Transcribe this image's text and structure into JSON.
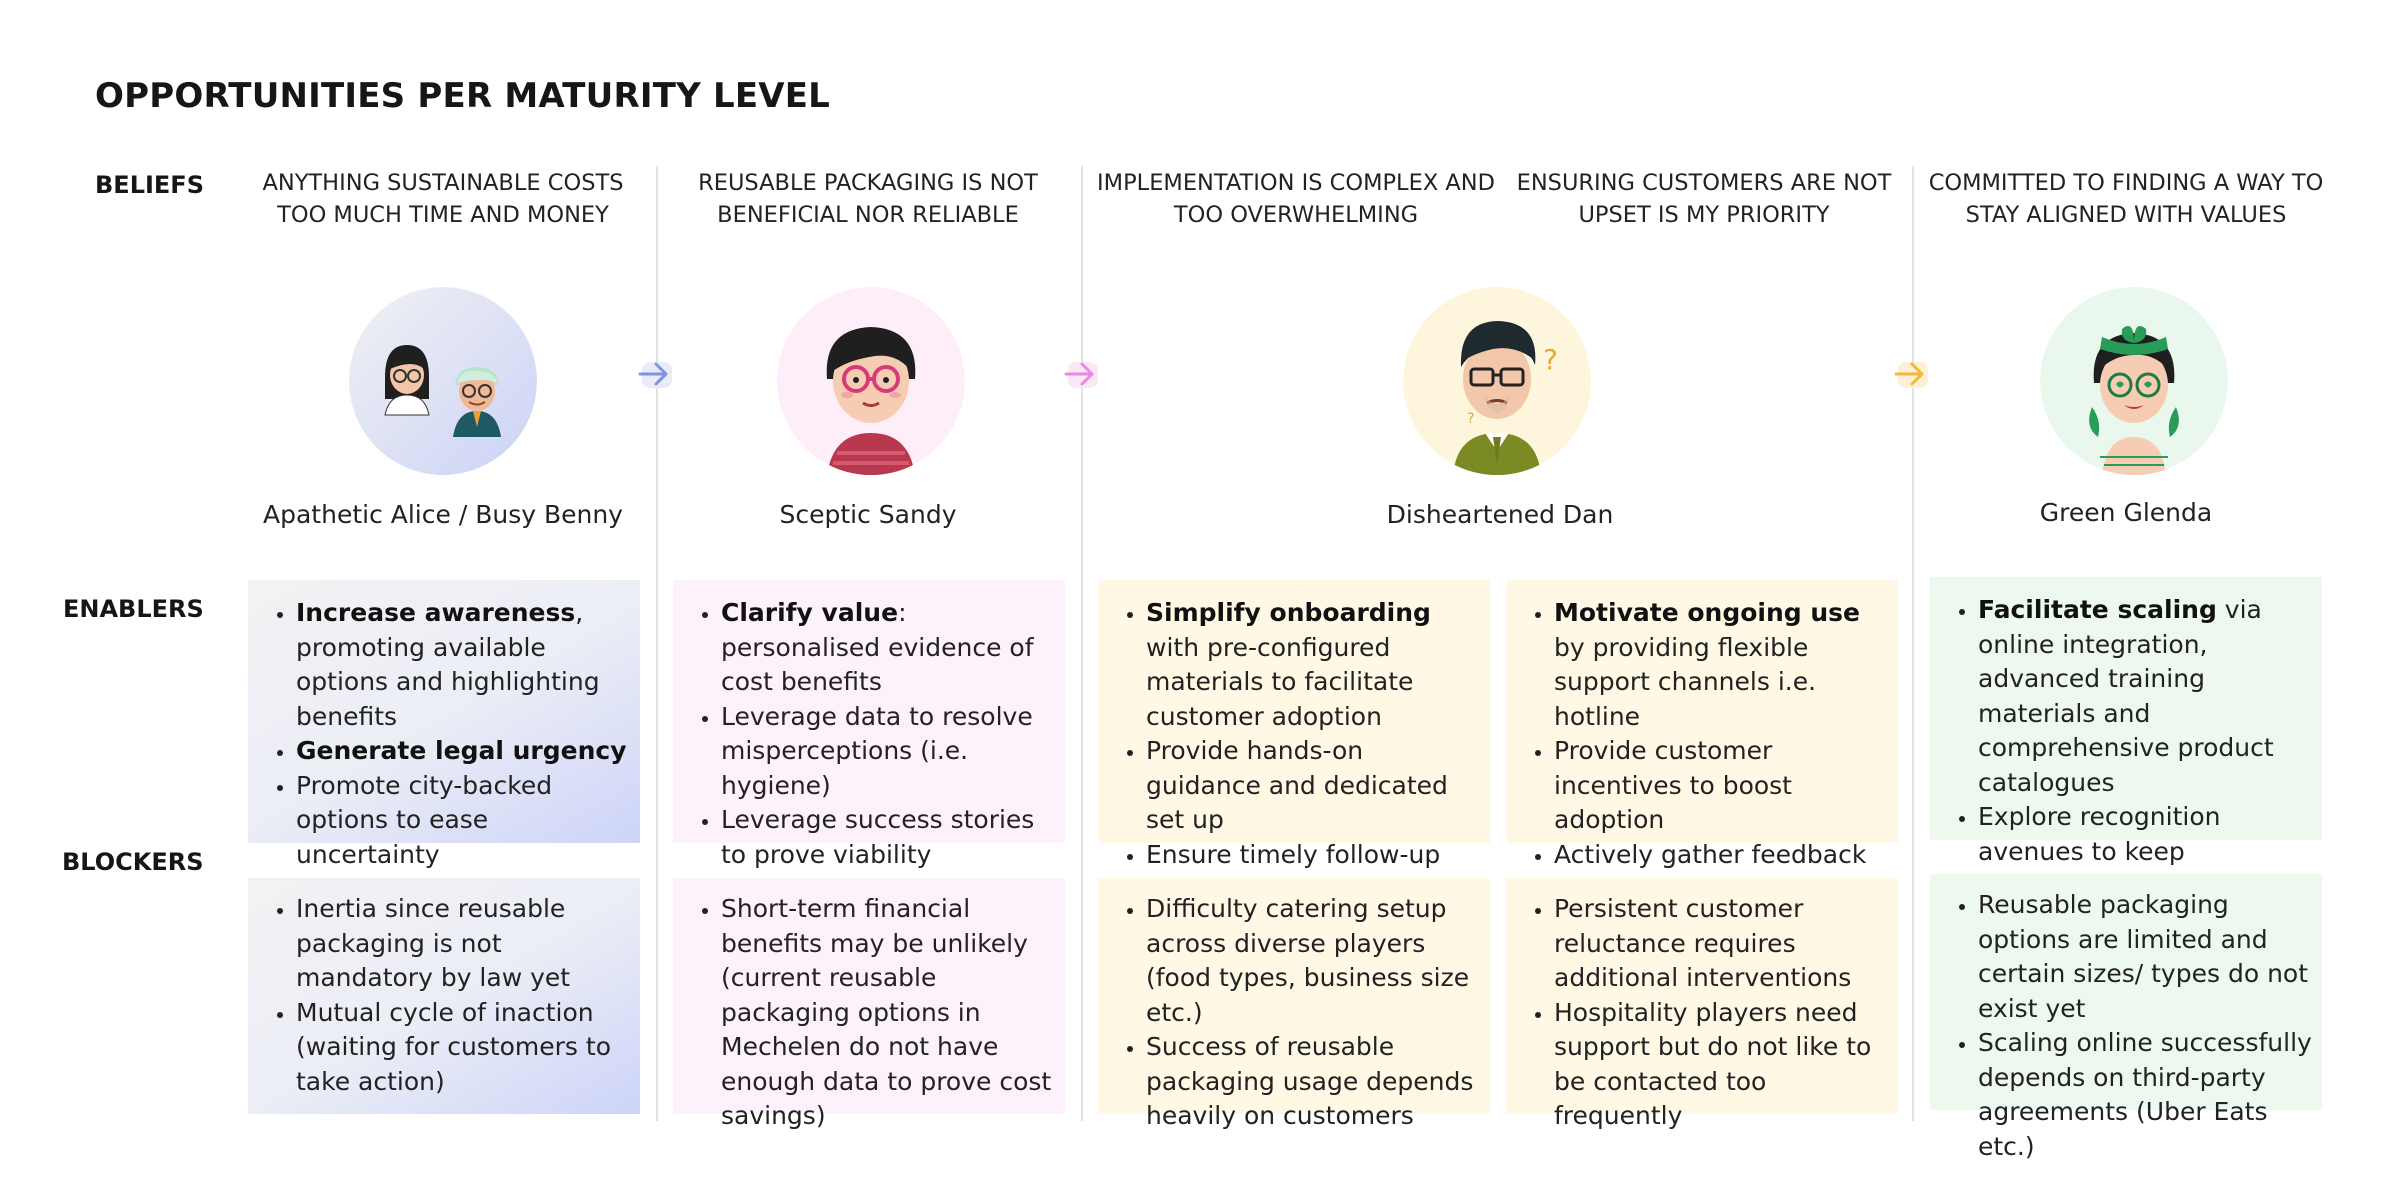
{
  "title": "OPPORTUNITIES PER MATURITY LEVEL",
  "row_labels": {
    "beliefs": "BELIEFS",
    "enablers": "ENABLERS",
    "blockers": "BLOCKERS"
  },
  "beliefs": [
    {
      "line1": "ANYTHING SUSTAINABLE COSTS",
      "line2": "TOO MUCH TIME AND MONEY"
    },
    {
      "line1": "REUSABLE PACKAGING IS NOT",
      "line2": "BENEFICIAL NOR RELIABLE"
    },
    {
      "line1": "IMPLEMENTATION IS COMPLEX AND",
      "line2": "TOO OVERWHELMING"
    },
    {
      "line1": "ENSURING CUSTOMERS ARE NOT",
      "line2": "UPSET IS MY PRIORITY"
    },
    {
      "line1": "COMMITTED TO FINDING A WAY TO",
      "line2": "STAY ALIGNED WITH VALUES"
    }
  ],
  "personas": [
    {
      "name": "Apathetic Alice / Busy Benny",
      "bg": "#e6e9f6"
    },
    {
      "name": "Sceptic Sandy",
      "bg": "#fdeefa"
    },
    {
      "name": "Disheartened Dan",
      "bg": "#fdf6dc"
    },
    {
      "name": "Green Glenda",
      "bg": "#eaf7ec"
    }
  ],
  "arrow_colors": [
    "#7f93e0",
    "#e88ae0",
    "#f0b93a"
  ],
  "enablers": [
    {
      "items": [
        {
          "bold": "Increase awareness",
          "rest": ", promoting available options and highlighting benefits"
        },
        {
          "bold": "Generate legal urgency",
          "rest": ""
        },
        {
          "bold": "",
          "rest": "Promote city-backed options to ease uncertainty"
        }
      ]
    },
    {
      "items": [
        {
          "bold": "Clarify value",
          "rest": ": personalised evidence of cost benefits"
        },
        {
          "bold": "",
          "rest": "Leverage data to resolve misperceptions (i.e. hygiene)"
        },
        {
          "bold": "",
          "rest": "Leverage success stories to prove viability"
        }
      ]
    },
    {
      "items": [
        {
          "bold": "Simplify onboarding",
          "rest": " with pre-configured materials to facilitate customer adoption"
        },
        {
          "bold": "",
          "rest": "Provide hands-on guidance and dedicated set up"
        },
        {
          "bold": "",
          "rest": "Ensure timely follow-up"
        }
      ]
    },
    {
      "items": [
        {
          "bold": "Motivate ongoing use",
          "rest": " by providing flexible support channels i.e. hotline"
        },
        {
          "bold": "",
          "rest": "Provide customer incentives to boost adoption"
        },
        {
          "bold": "",
          "rest": "Actively gather feedback to continuously troubleshoot"
        }
      ]
    },
    {
      "items": [
        {
          "bold": "Facilitate scaling",
          "rest": " via online integration, advanced training materials and comprehensive product catalogues"
        },
        {
          "bold": "",
          "rest": "Explore recognition avenues to keep momentum going"
        }
      ]
    }
  ],
  "blockers": [
    {
      "items": [
        "Inertia since reusable packaging is not mandatory by law yet",
        "Mutual cycle of inaction (waiting for customers to take action)"
      ]
    },
    {
      "items": [
        "Short-term financial benefits may be unlikely (current reusable packaging options in Mechelen do not have enough data to prove cost savings)"
      ]
    },
    {
      "items": [
        "Difficulty catering setup across diverse players (food types, business size etc.)",
        "Success of reusable packaging usage depends heavily on customers"
      ]
    },
    {
      "items": [
        "Persistent customer reluctance requires additional interventions",
        "Hospitality players need support but do not like to be contacted too frequently"
      ]
    },
    {
      "items": [
        "Reusable packaging options are limited and certain sizes/ types do not exist yet",
        "Scaling online successfully depends on third-party agreements (Uber Eats etc.)"
      ]
    }
  ]
}
